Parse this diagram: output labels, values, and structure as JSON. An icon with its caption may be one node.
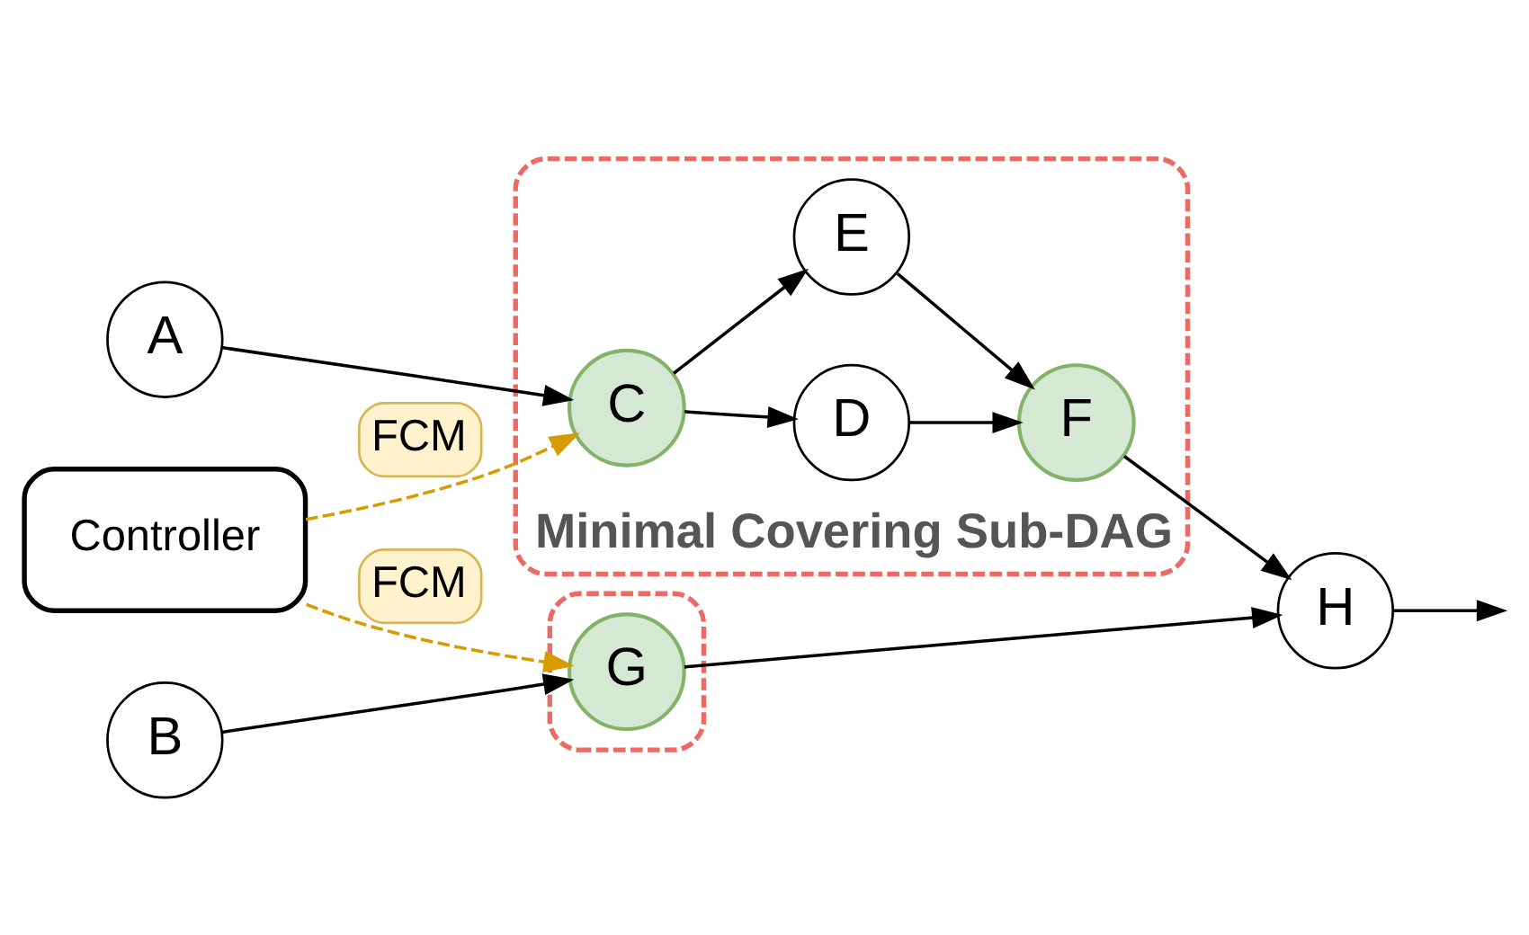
{
  "diagram": {
    "nodes": [
      {
        "text": [
          "Controller"
        ]
      },
      {
        "text": [],
        "shape": "box"
      },
      {
        "text": [
          "B"
        ]
      },
      {
        "text": [
          "G"
        ],
        "in": 1
      },
      {
        "text": [
          "Minimal Covering Sub-DAG"
        ]
      },
      {
        "text": [
          "A"
        ]
      },
      {
        "text": [
          "C"
        ],
        "in": 4
      },
      {
        "text": [
          "D"
        ],
        "in": 4
      },
      {
        "text": [
          "E"
        ],
        "in": 4
      },
      {
        "text": [
          "F"
        ],
        "in": 4
      },
      {
        "text": [
          "H"
        ]
      }
    ],
    "edges": [
      {
        "from": 0,
        "to": 3,
        "arrow": "to",
        "label": "FCM",
        "style": "dashed",
        "color": "#d79b00"
      },
      {
        "from": 0,
        "to": 6,
        "arrow": "to",
        "label": "FCM",
        "style": "dashed",
        "color": "#d79b00"
      },
      {
        "from": 2,
        "to": 3,
        "arrow": "to"
      },
      {
        "from": 5,
        "to": 6,
        "arrow": "to"
      },
      {
        "from": 6,
        "to": 7,
        "arrow": "to"
      },
      {
        "from": 6,
        "to": 8,
        "arrow": "to"
      },
      {
        "from": 7,
        "to": 9,
        "arrow": "to"
      },
      {
        "from": 8,
        "to": 9,
        "arrow": "to"
      },
      {
        "from": 9,
        "to": 10,
        "arrow": "to"
      },
      {
        "from": 3,
        "to": 10,
        "arrow": "to"
      },
      {
        "from": 10,
        "to": null,
        "arrow": "to"
      }
    ]
  }
}
